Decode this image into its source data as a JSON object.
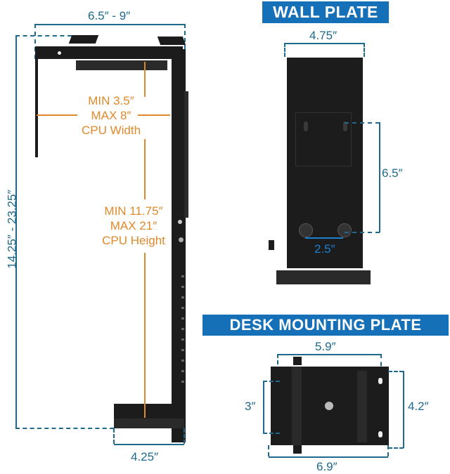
{
  "left_diagram": {
    "top_width_label": "6.5″ - 9″",
    "height_range_label": "14.25″ - 23.25″",
    "bottom_width_label": "4.25″",
    "cpu_width": {
      "line1": "MIN 3.5″",
      "line2": "MAX 8″",
      "line3": "CPU Width"
    },
    "cpu_height": {
      "line1": "MIN 11.75″",
      "line2": "MAX 21″",
      "line3": "CPU Height"
    }
  },
  "wall_plate": {
    "title": "WALL PLATE",
    "width_label": "4.75″",
    "vertical_spacing_label": "6.5″",
    "hole_spacing_label": "2.5″"
  },
  "desk_plate": {
    "title": "DESK MOUNTING PLATE",
    "top_label": "5.9″",
    "left_label": "3″",
    "right_label": "4.2″",
    "bottom_label": "6.9″"
  },
  "colors": {
    "dimension_blue": "#1e6a8c",
    "banner_blue": "#1670b8",
    "orange": "#e0892a",
    "metal_black": "#1c1c1c"
  }
}
